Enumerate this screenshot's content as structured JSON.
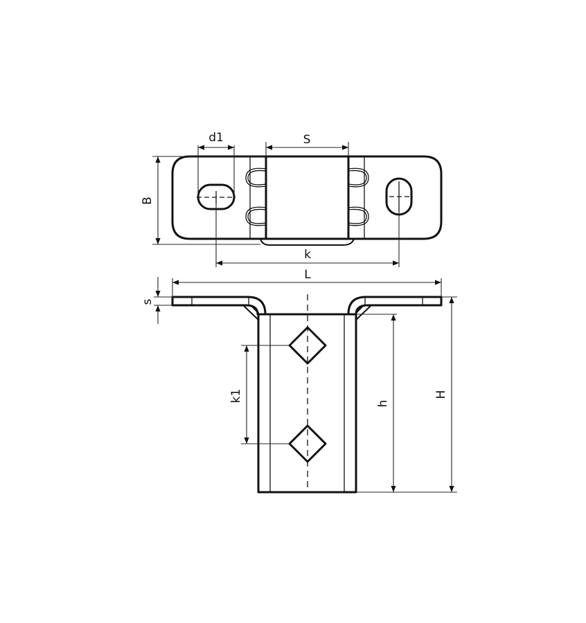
{
  "drawing": {
    "title": "Bracket mounting plate technical drawing",
    "top_view": {
      "labels": {
        "d1": "d1",
        "S": "S",
        "B": "B",
        "k": "k"
      }
    },
    "front_view": {
      "labels": {
        "L": "L",
        "s": "s",
        "k1": "k1",
        "h": "h",
        "H": "H"
      }
    },
    "colors": {
      "line": "#111111",
      "background": "#ffffff"
    }
  }
}
